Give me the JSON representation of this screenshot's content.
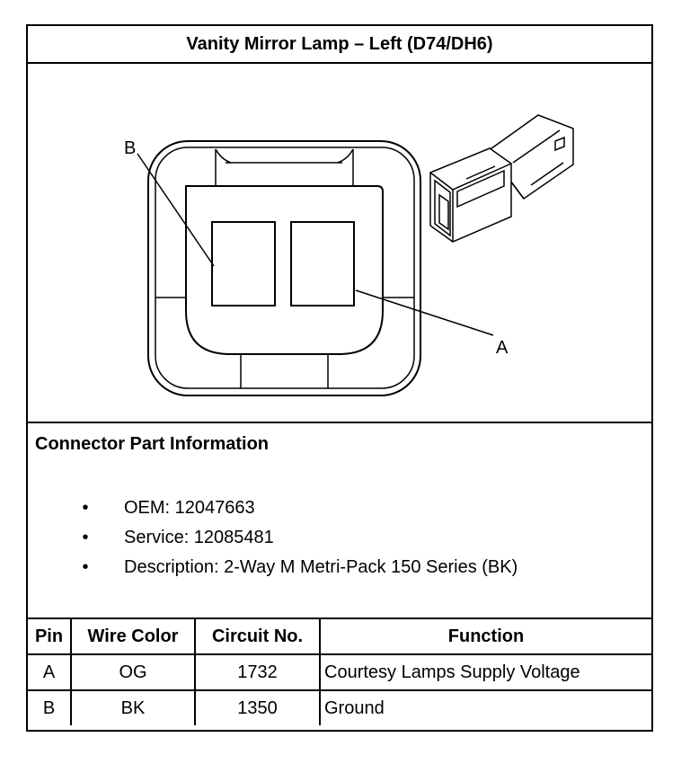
{
  "title": "Vanity Mirror Lamp – Left (D74/DH6)",
  "figure": {
    "callout_b": "B",
    "callout_a": "A"
  },
  "connector_info": {
    "heading": "Connector Part Information",
    "items": [
      {
        "bullet": "•",
        "text": "OEM: 12047663"
      },
      {
        "bullet": "•",
        "text": "Service: 12085481"
      },
      {
        "bullet": "•",
        "text": "Description: 2-Way M Metri-Pack 150 Series (BK)"
      }
    ]
  },
  "pin_table": {
    "headers": [
      "Pin",
      "Wire Color",
      "Circuit No.",
      "Function"
    ],
    "rows": [
      [
        "A",
        "OG",
        "1732",
        "Courtesy Lamps Supply Voltage"
      ],
      [
        "B",
        "BK",
        "1350",
        "Ground"
      ]
    ]
  }
}
